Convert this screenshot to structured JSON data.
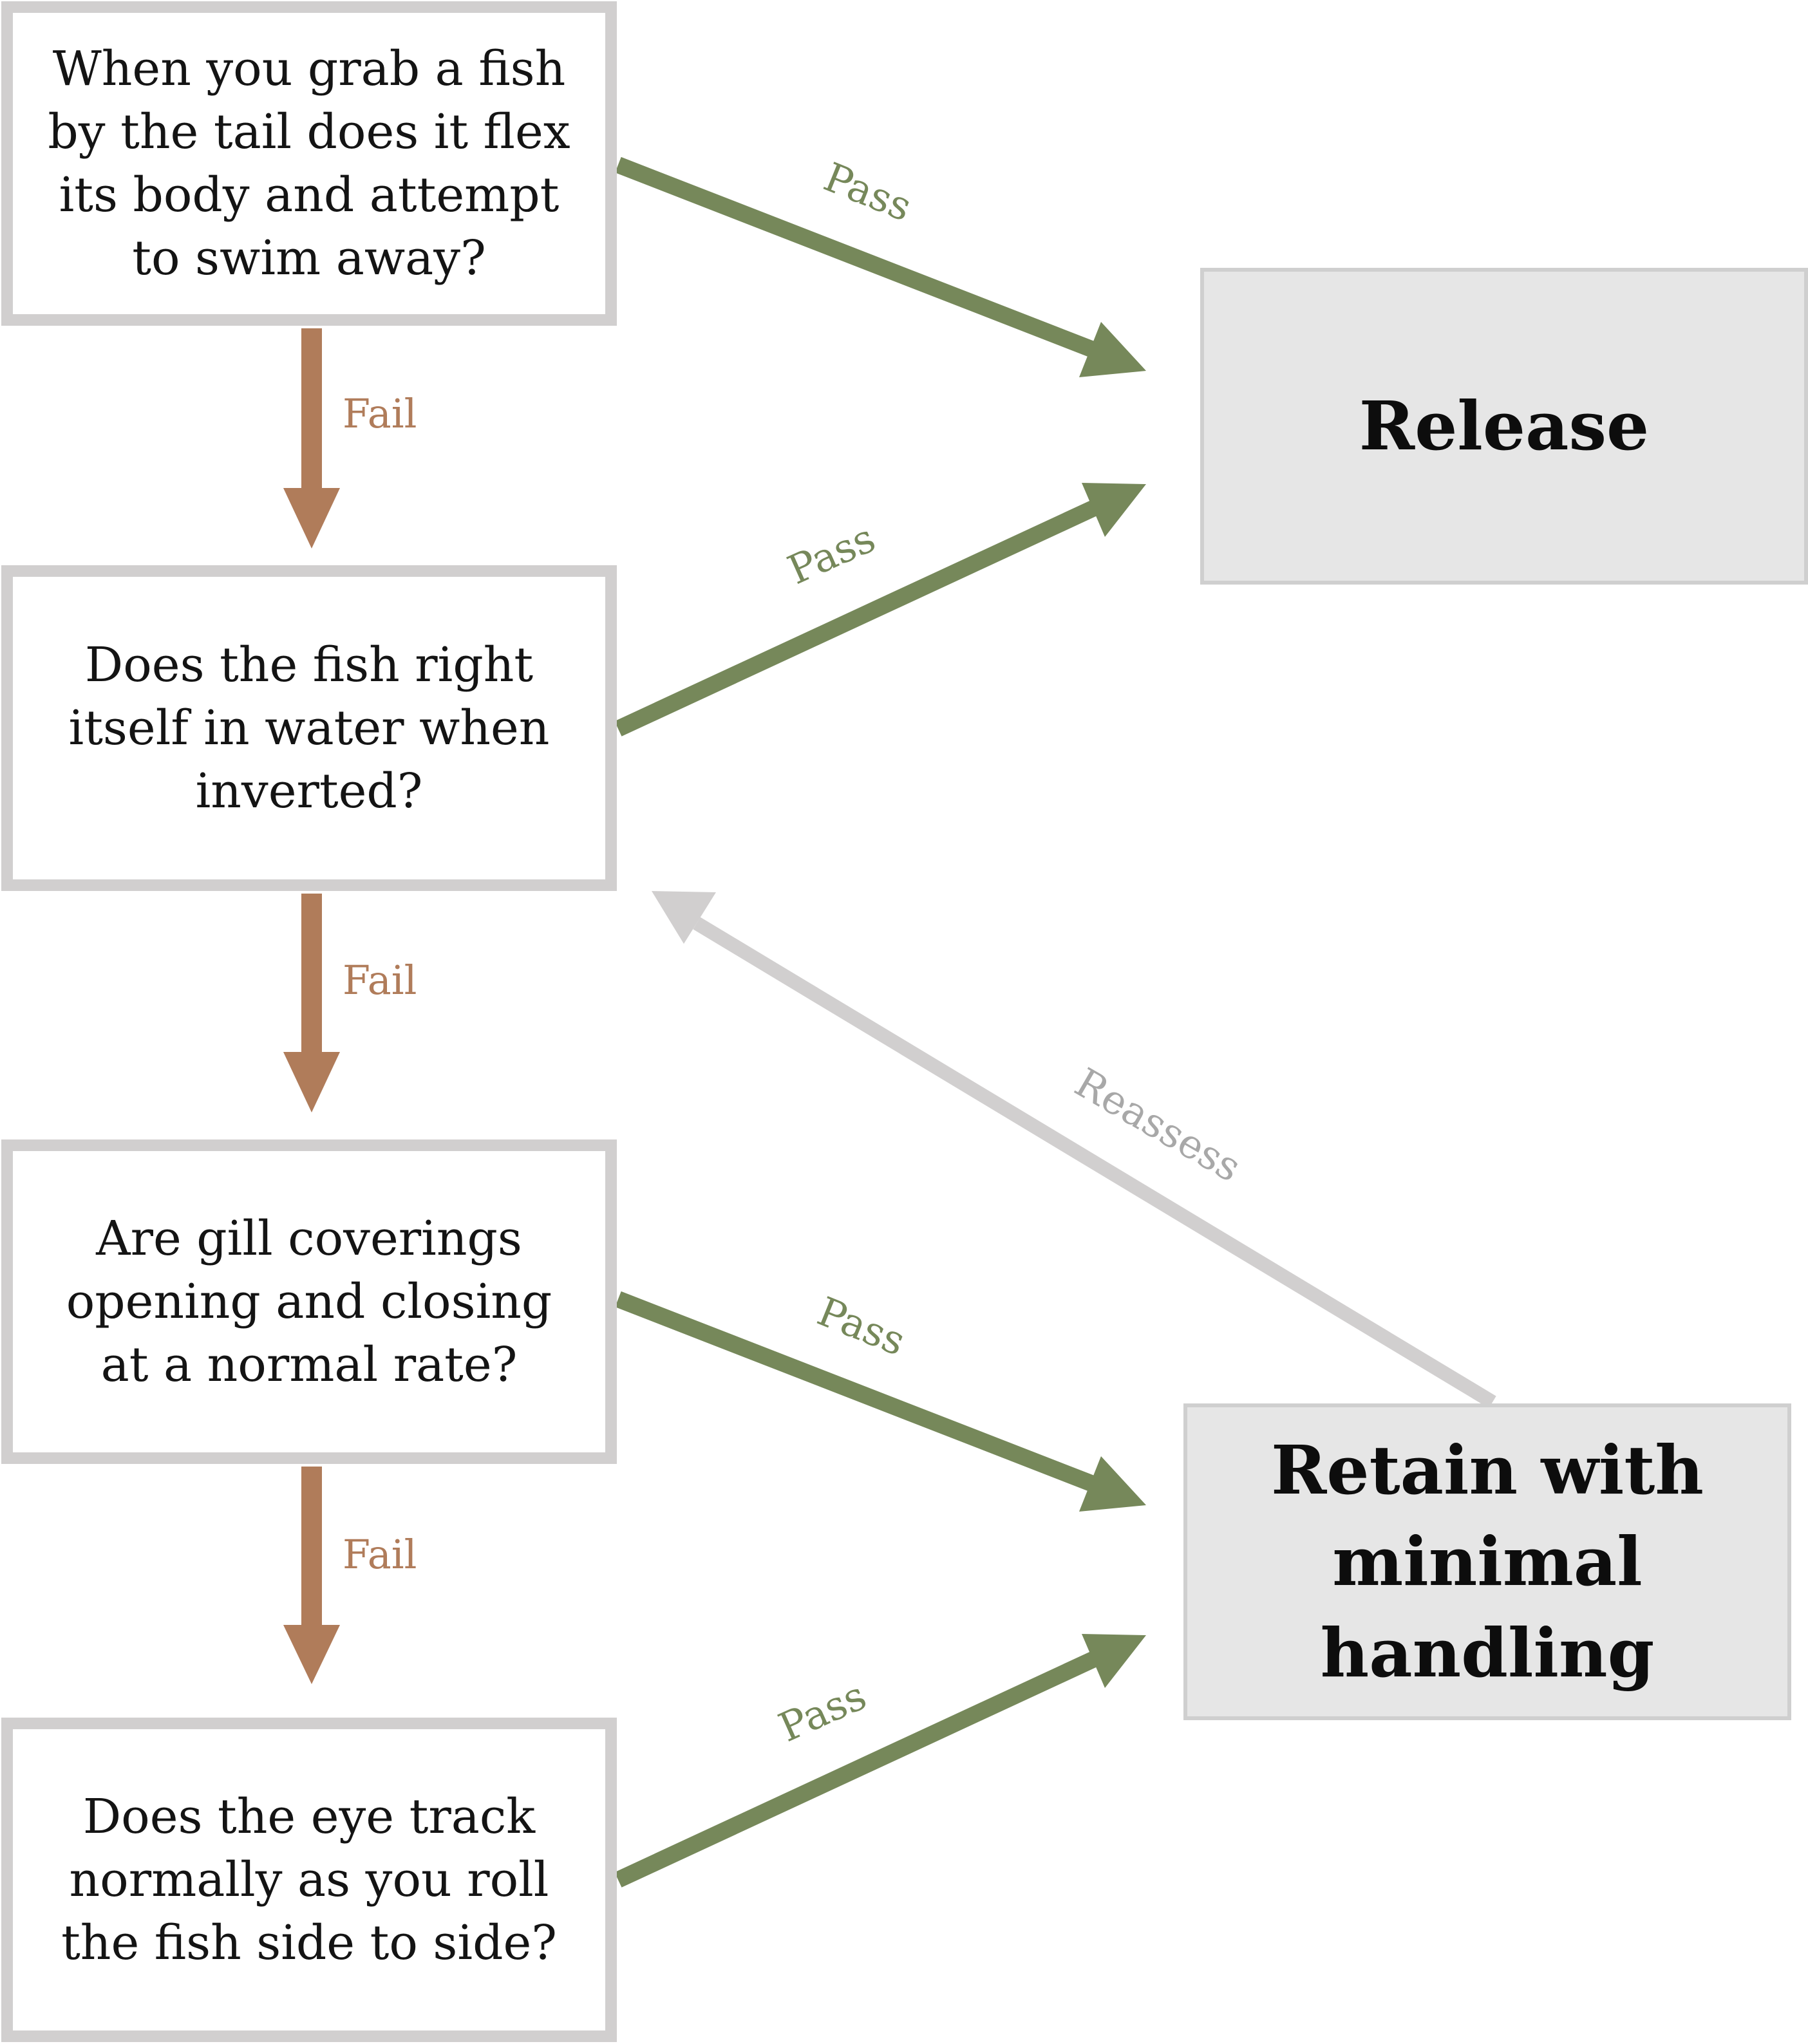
{
  "colors": {
    "pass": "#76885a",
    "fail": "#b07c5a",
    "reassess": "#d1cfcf",
    "question_border": "#d1cfcf",
    "outcome_fill": "#e6e6e6"
  },
  "questions": [
    {
      "text": "When you grab a fish by the tail does it flex its body and attempt to swim away?"
    },
    {
      "text": "Does the fish right itself in water when inverted?"
    },
    {
      "text": "Are gill coverings opening and closing at a normal rate?"
    },
    {
      "text": "Does the eye track normally as you roll the fish side to side?"
    }
  ],
  "outcomes": {
    "release": "Release",
    "retain": "Retain with minimal handling"
  },
  "edges": {
    "q1_pass": "Pass",
    "q2_pass": "Pass",
    "q3_pass": "Pass",
    "q4_pass": "Pass",
    "q1_fail": "Fail",
    "q2_fail": "Fail",
    "q3_fail": "Fail",
    "reassess": "Reassess"
  }
}
